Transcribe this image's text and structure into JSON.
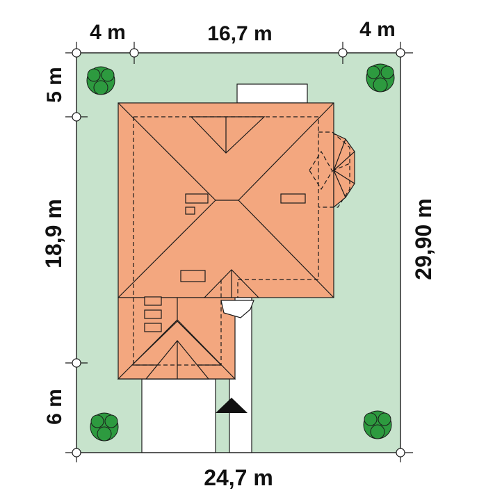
{
  "colors": {
    "plot": "#c7e3cc",
    "roof": "#f3a77f",
    "outline": "#1a1a1a",
    "paving": "#ffffff",
    "tree": "#2d9a3f",
    "background": "#ffffff"
  },
  "dimensions": {
    "left_setback_top": "4 m",
    "house_width": "16,7 m",
    "right_setback_top": "4 m",
    "top_setback": "5 m",
    "house_depth": "18,9 m",
    "bottom_setback": "6 m",
    "plot_depth": "29,90 m",
    "plot_width": "24,7 m"
  },
  "icons": {
    "trees": [
      "tree-icon",
      "tree-icon",
      "tree-icon",
      "tree-icon"
    ],
    "entrance": "entrance-arrow-icon"
  }
}
